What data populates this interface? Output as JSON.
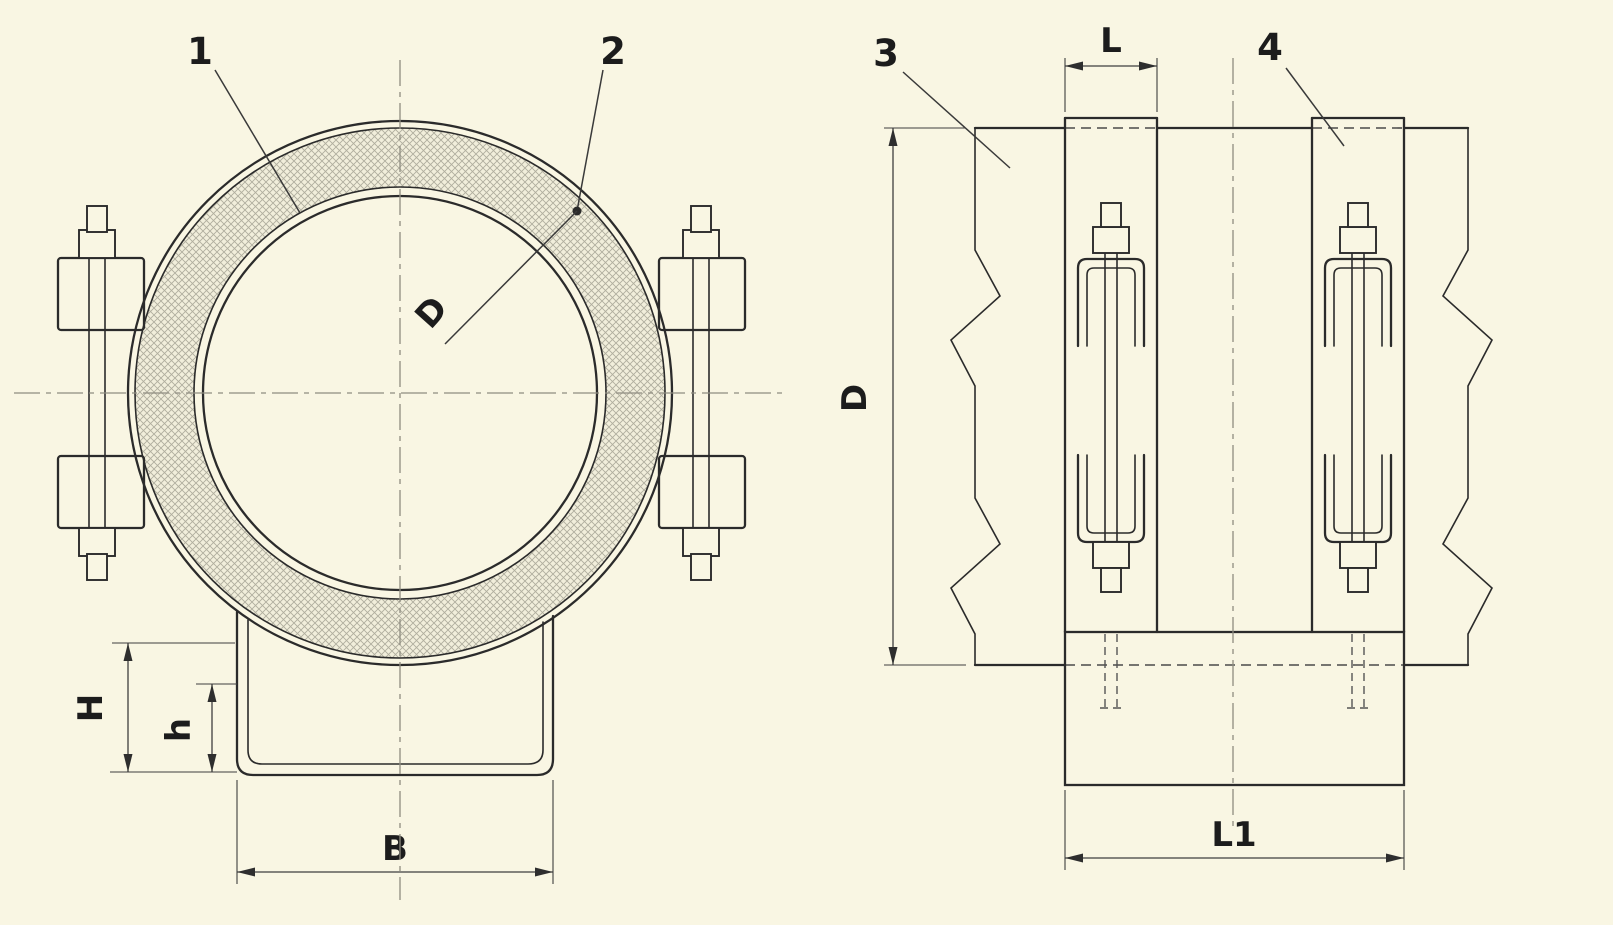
{
  "drawing": {
    "colors": {
      "background": "#f9f6e3",
      "line": "#2b2b2b",
      "dimension": "#3f3f3f",
      "centerline": "#8e8c80",
      "hatch": "#b0ae9e"
    },
    "front_view": {
      "callout_1": "1",
      "callout_2": "2",
      "dim_bore_diameter": "D",
      "dim_support_height": "H",
      "dim_channel_height": "h",
      "dim_base_width": "B"
    },
    "side_view": {
      "callout_3": "3",
      "callout_4": "4",
      "dim_band_width": "L",
      "dim_outer_diameter": "D",
      "dim_base_length": "L1"
    }
  }
}
